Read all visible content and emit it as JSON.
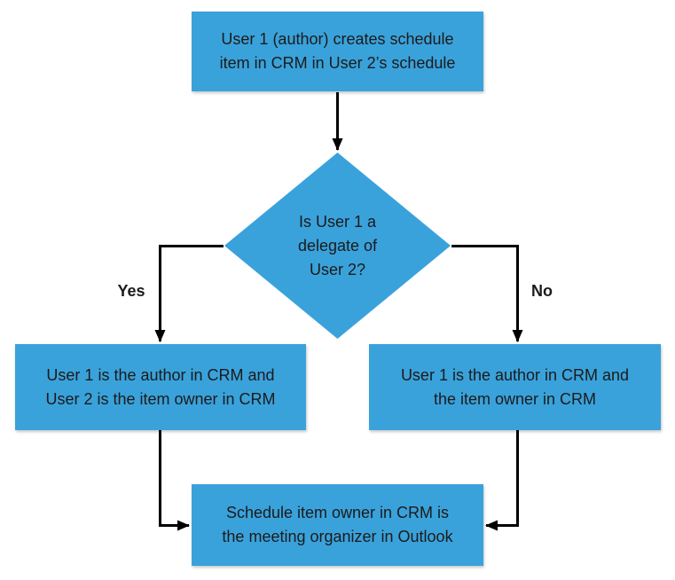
{
  "diagram": {
    "colors": {
      "node_fill": "#3AA2DB",
      "text": "#1B1B1B",
      "arrow": "#000000"
    },
    "nodes": {
      "start": {
        "text": "User 1 (author) creates schedule\nitem in CRM in User 2’s schedule"
      },
      "decision": {
        "text": "Is User 1 a\ndelegate of\nUser 2?"
      },
      "yes_branch": {
        "text": "User 1 is the author in CRM and\nUser 2 is the item owner in CRM"
      },
      "no_branch": {
        "text": "User 1 is the author in CRM and\nthe item owner in CRM"
      },
      "end": {
        "text": "Schedule item owner in CRM is\nthe meeting organizer in Outlook"
      }
    },
    "edge_labels": {
      "yes": "Yes",
      "no": "No"
    }
  }
}
